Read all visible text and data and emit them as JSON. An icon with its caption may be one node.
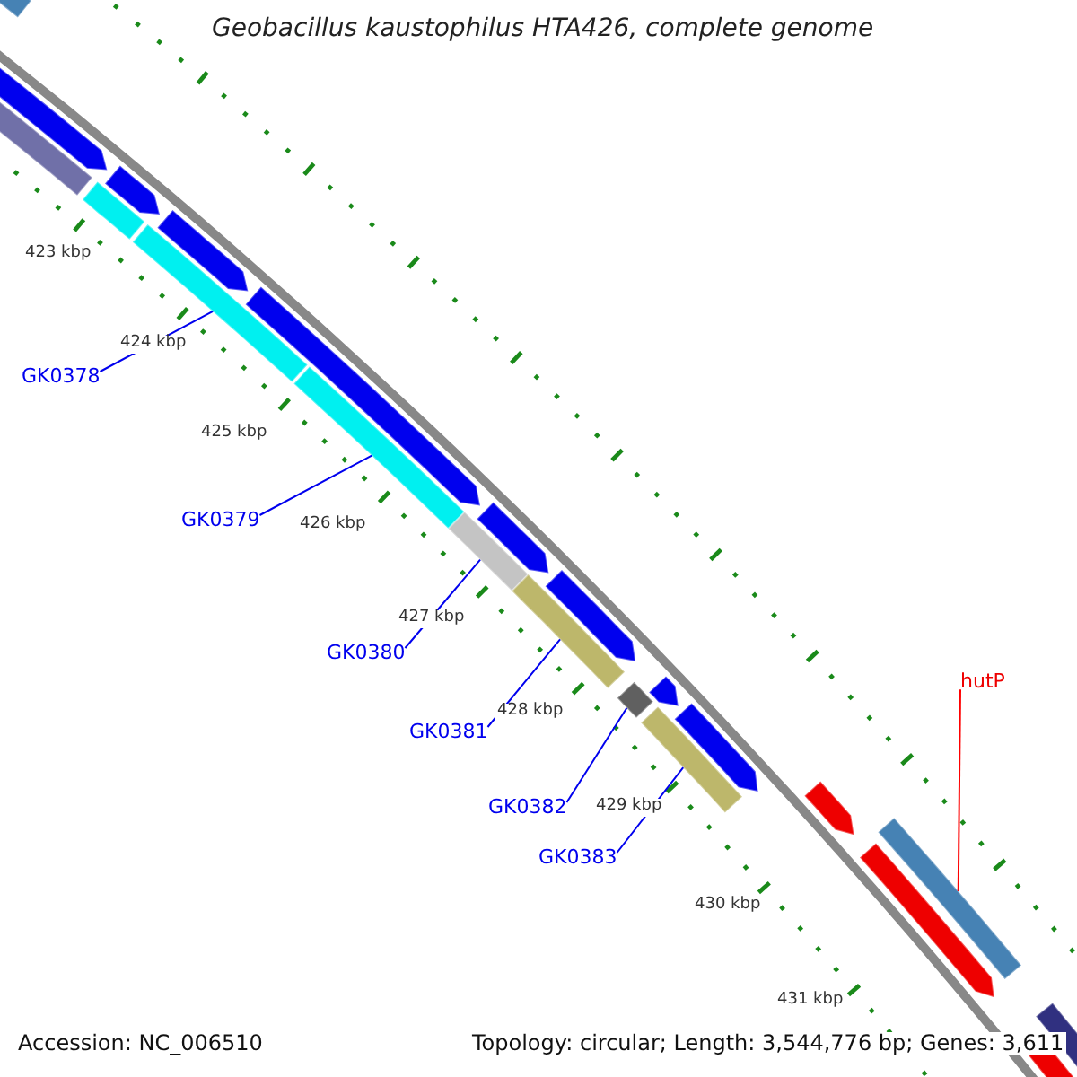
{
  "diagram": {
    "title": "Geobacillus kaustophilus HTA426, complete genome",
    "nodes": [
      {
        "text": [
          "GK0378"
        ]
      },
      {
        "text": [
          "GK0379"
        ]
      },
      {
        "text": [
          "GK0380"
        ]
      },
      {
        "text": [
          "GK0381"
        ]
      },
      {
        "text": [
          "GK0382"
        ]
      },
      {
        "text": [
          "GK0383"
        ]
      },
      {
        "text": [
          "hutP"
        ]
      },
      {
        "text": [],
        "shape": "bar"
      },
      {
        "text": [],
        "shape": "bar"
      },
      {
        "text": [],
        "shape": "bar"
      },
      {
        "text": [],
        "shape": "bar"
      },
      {
        "text": [],
        "shape": "bar"
      },
      {
        "text": [],
        "shape": "bar"
      },
      {
        "text": [],
        "shape": "bar"
      }
    ],
    "edges": [
      {
        "from": 0,
        "to": 7,
        "arrow": "none"
      },
      {
        "from": 1,
        "to": 8,
        "arrow": "none"
      },
      {
        "from": 2,
        "to": 9,
        "arrow": "none"
      },
      {
        "from": 3,
        "to": 10,
        "arrow": "none"
      },
      {
        "from": 4,
        "to": 11,
        "arrow": "none"
      },
      {
        "from": 5,
        "to": 12,
        "arrow": "none"
      },
      {
        "from": 6,
        "to": 13,
        "arrow": "none",
        "color": "#ff0000"
      }
    ],
    "labels": [
      "423 kbp",
      "424 kbp",
      "425 kbp",
      "426 kbp",
      "427 kbp",
      "428 kbp",
      "429 kbp",
      "430 kbp",
      "431 kbp",
      "Accession: NC_006510",
      "Topology: circular; Length: 3,544,776 bp; Genes: 3,611"
    ]
  }
}
